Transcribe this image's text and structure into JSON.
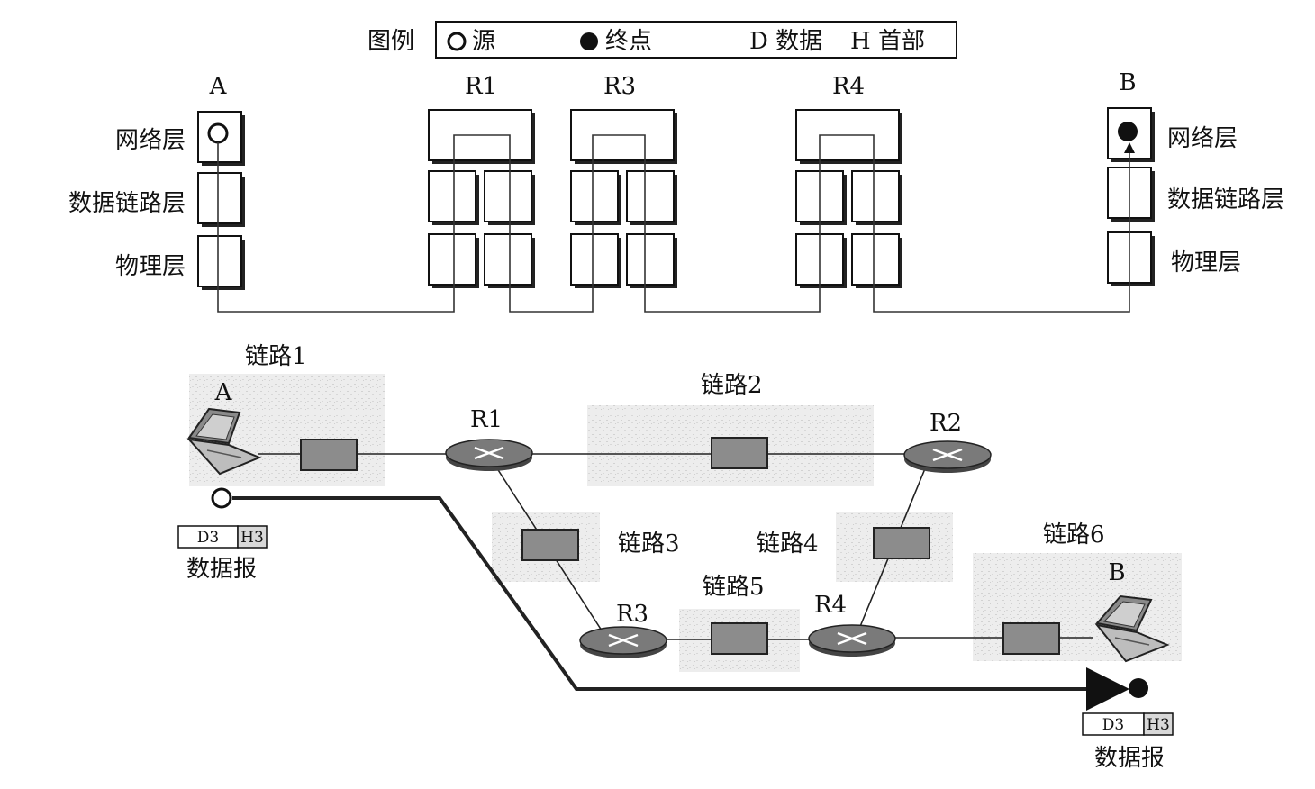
{
  "legend": {
    "title": "图例",
    "source": "源",
    "destination": "终点",
    "data": "D 数据",
    "header": "H 首部"
  },
  "layers": {
    "network": "网络层",
    "datalink": "数据链路层",
    "physical": "物理层"
  },
  "stacks": [
    {
      "id": "A",
      "label": "A",
      "kind": "host-source"
    },
    {
      "id": "R1",
      "label": "R1",
      "kind": "router"
    },
    {
      "id": "R3",
      "label": "R3",
      "kind": "router"
    },
    {
      "id": "R4",
      "label": "R4",
      "kind": "router"
    },
    {
      "id": "B",
      "label": "B",
      "kind": "host-destination"
    }
  ],
  "network": {
    "nodes": {
      "A": "A",
      "B": "B",
      "R1": "R1",
      "R2": "R2",
      "R3": "R3",
      "R4": "R4"
    },
    "links": {
      "l1": "链路1",
      "l2": "链路2",
      "l3": "链路3",
      "l4": "链路4",
      "l5": "链路5",
      "l6": "链路6"
    },
    "datagram": {
      "data": "D3",
      "header": "H3",
      "label": "数据报"
    }
  },
  "colors": {
    "line": "#222222",
    "device": "#8c8c8c",
    "router": "#6e6e6e",
    "shade": "#e4e4e4"
  }
}
